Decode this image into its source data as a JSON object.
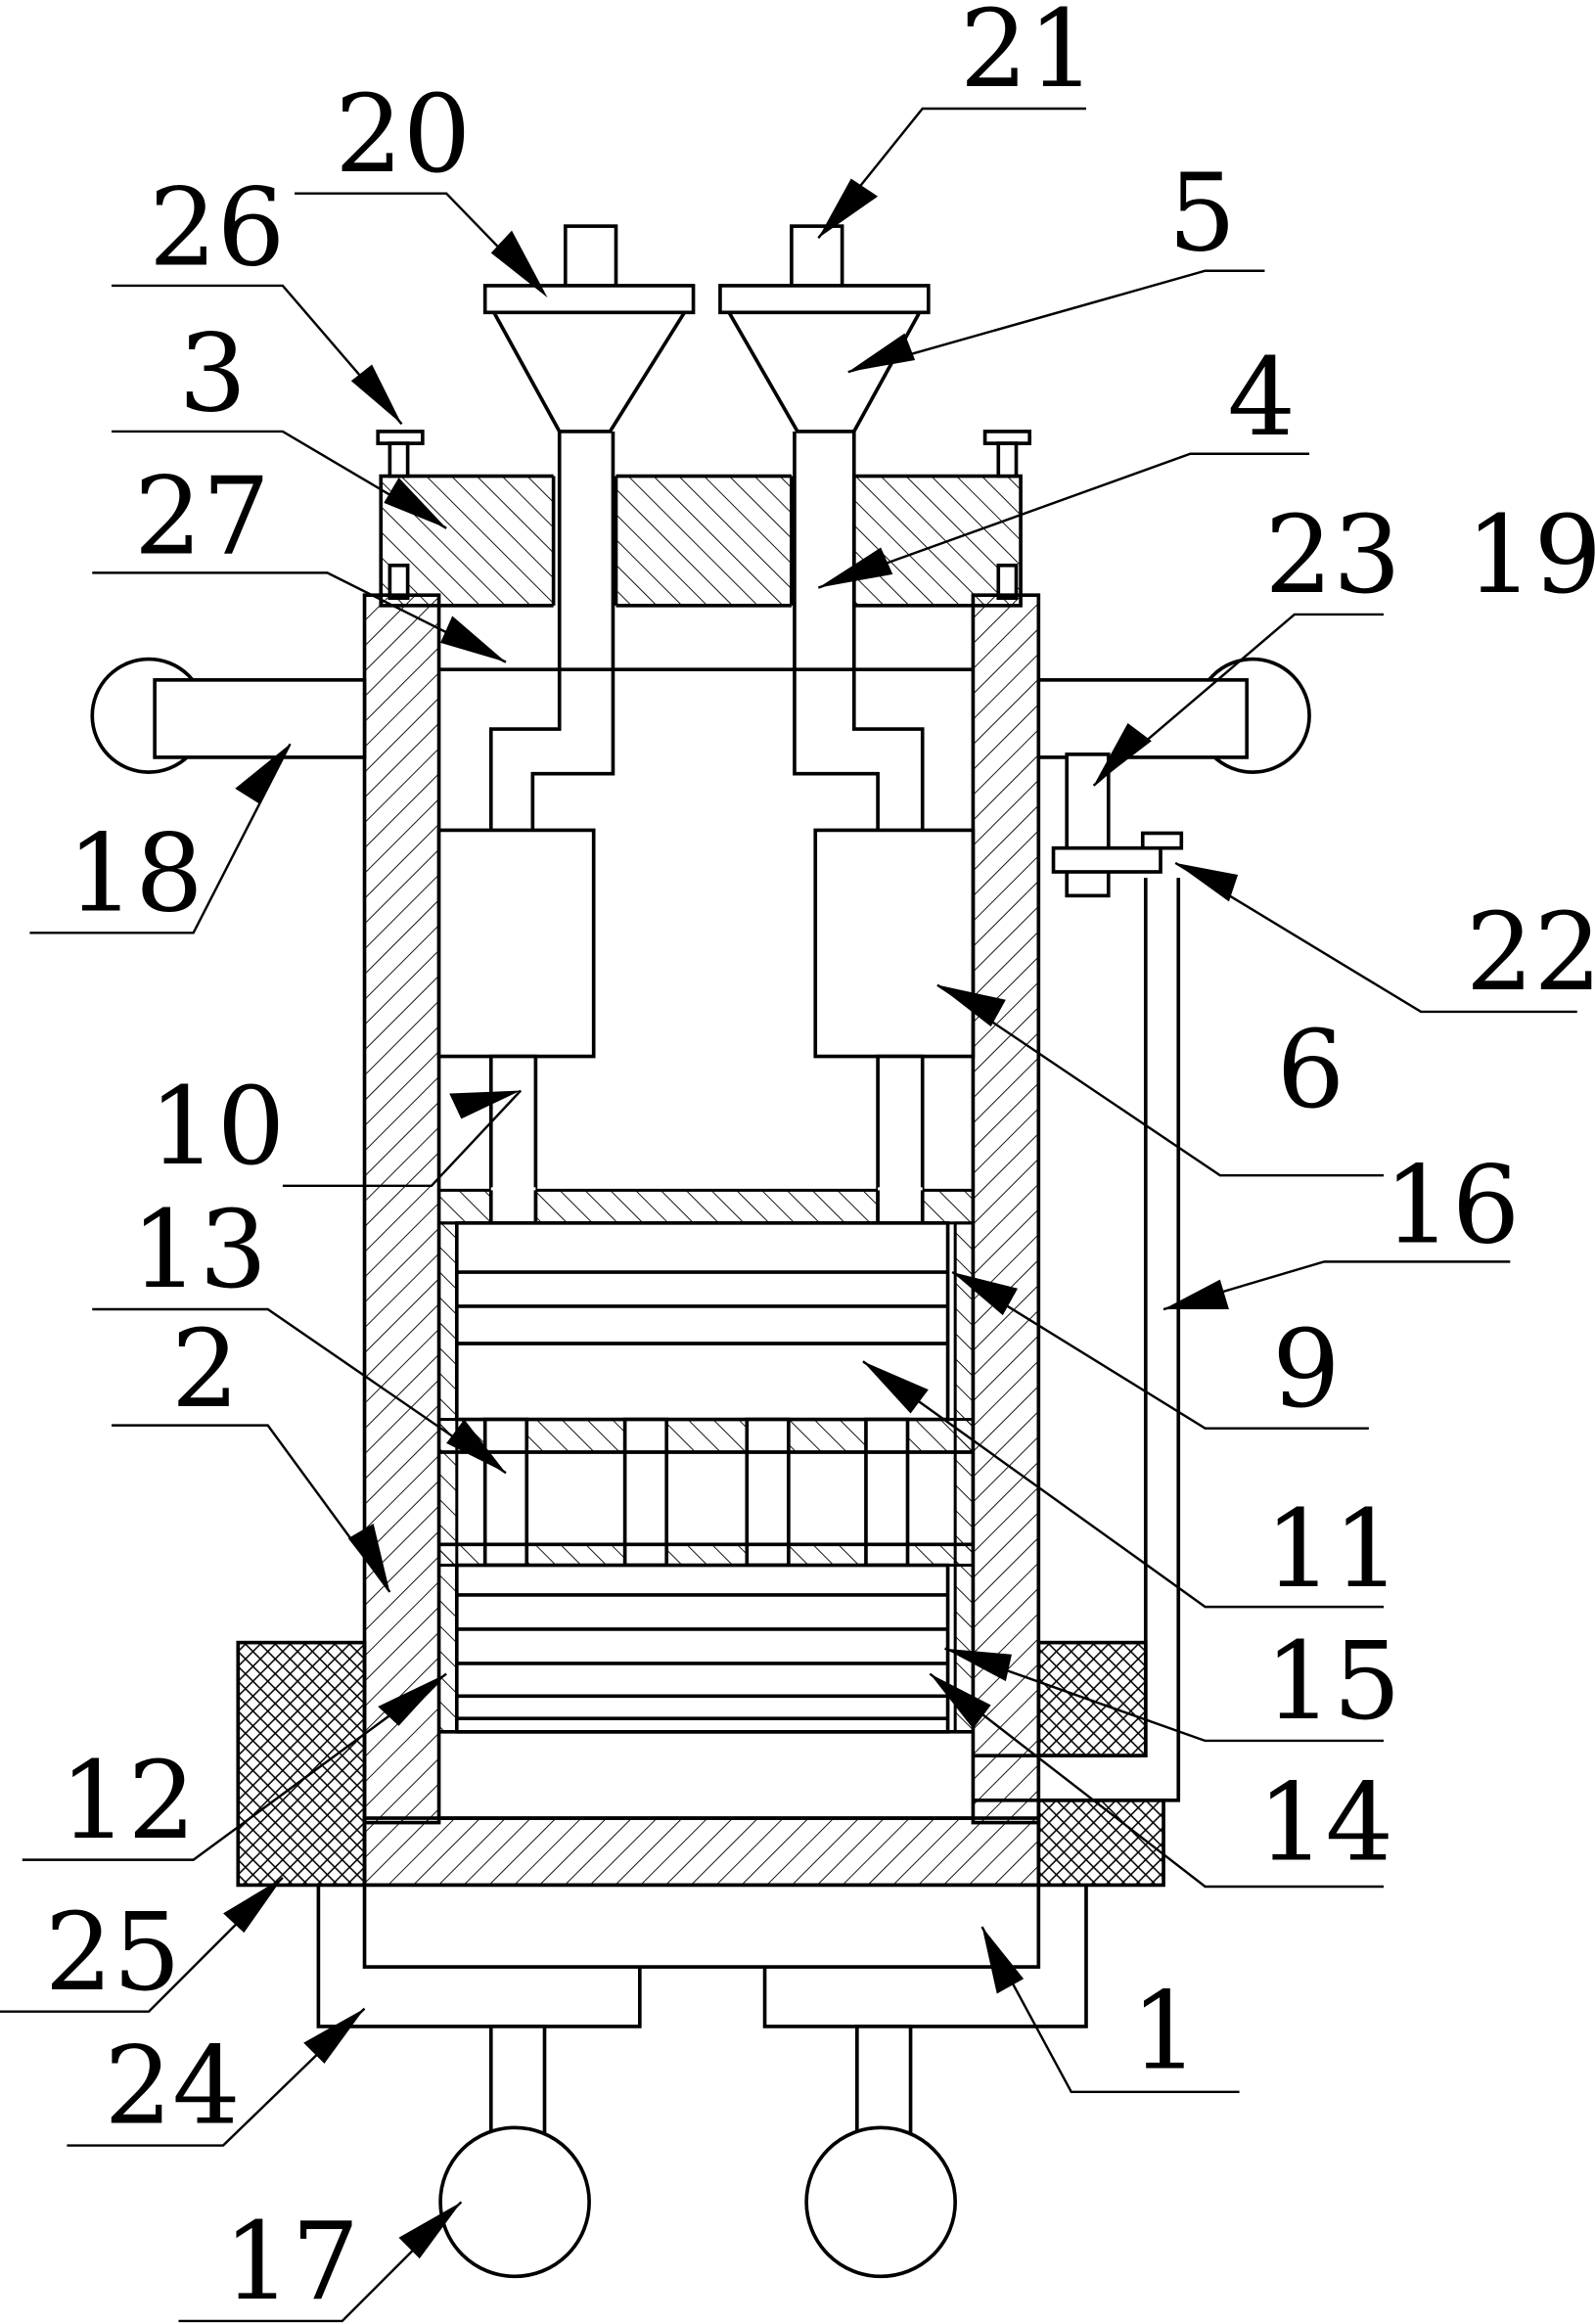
{
  "labels": {
    "n1": "1",
    "n2": "2",
    "n3": "3",
    "n4": "4",
    "n5": "5",
    "n6": "6",
    "n9": "9",
    "n10": "10",
    "n11": "11",
    "n12": "12",
    "n13": "13",
    "n14": "14",
    "n15": "15",
    "n16": "16",
    "n17": "17",
    "n18": "18",
    "n19": "19",
    "n20": "20",
    "n21": "21",
    "n22": "22",
    "n23": "23",
    "n24": "24",
    "n25": "25",
    "n26": "26",
    "n27": "27"
  }
}
